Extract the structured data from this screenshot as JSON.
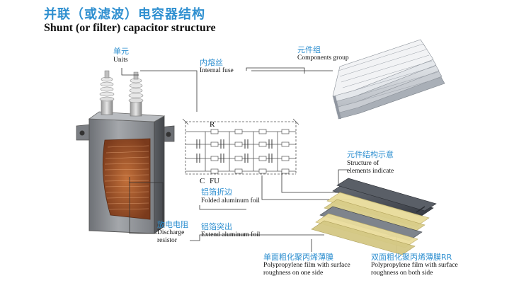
{
  "title": {
    "zh": "并联（或滤波）电容器结构",
    "en": "Shunt (or filter) capacitor structure"
  },
  "labels": {
    "units": {
      "zh": "单元",
      "en": "Units"
    },
    "internal_fuse": {
      "zh": "内熔丝",
      "en": "Internal fuse"
    },
    "components_group": {
      "zh": "元件组",
      "en": "Components group"
    },
    "structure": {
      "zh": "元件结构示意",
      "en_line1": "Structure of",
      "en_line2": "elements indicate"
    },
    "folded_foil": {
      "zh": "铝箔折边",
      "en": "Folded aluminum foil"
    },
    "extend_foil": {
      "zh": "铝箔突出",
      "en": "Extend aluminum foil"
    },
    "discharge": {
      "zh": "放电电阻",
      "en_line1": "Discharge",
      "en_line2": "resistor"
    },
    "film_one": {
      "zh": "单面粗化聚丙烯薄膜",
      "en_line1": "Polypropylene film with surface",
      "en_line2": "roughness on one side"
    },
    "film_both": {
      "zh": "双面粗化聚丙烯薄膜RR",
      "en_line1": "Polypropylene film with surface",
      "en_line2": "roughness on both  side"
    }
  },
  "circuit": {
    "r": "R",
    "c": "C",
    "fu": "FU"
  },
  "colors": {
    "title_blue": "#2e8fd0",
    "line": "#333333",
    "case_gray": "#8a8d92",
    "foil_dark": "#4a4f57",
    "film_yellow": "#e8dc9a"
  }
}
